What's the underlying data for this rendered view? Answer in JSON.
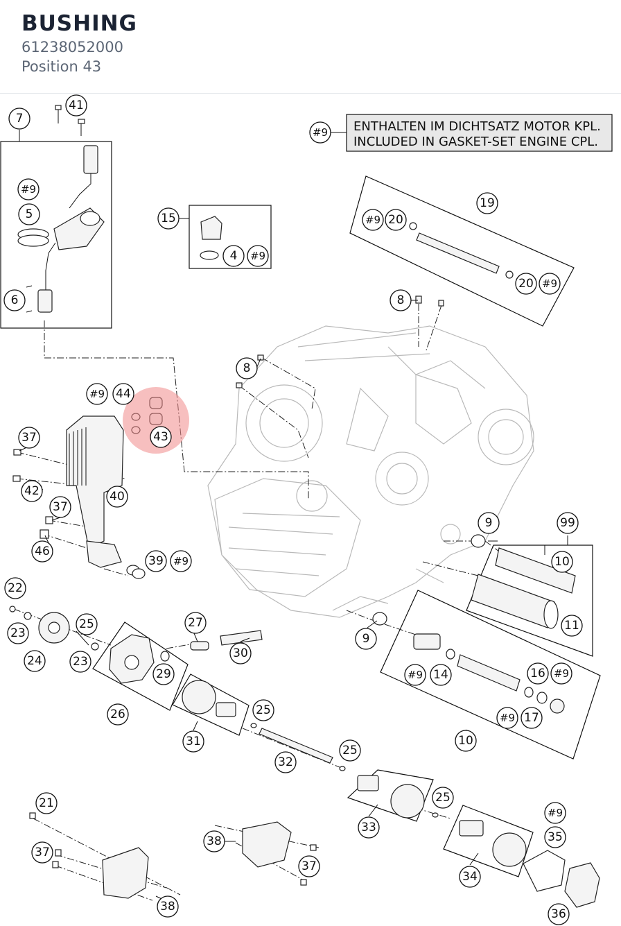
{
  "header": {
    "title": "BUSHING",
    "part_number": "61238052000",
    "position": "Position 43"
  },
  "diagram": {
    "highlight_color": "#f08a8a",
    "note": {
      "ref": "#9",
      "line1": "ENTHALTEN IM DICHTSATZ MOTOR KPL.",
      "line2": "INCLUDED IN GASKET-SET ENGINE CPL."
    },
    "callouts": {
      "c41": "41",
      "c7": "7",
      "c9a": "#9",
      "c5": "5",
      "c6": "6",
      "c15": "15",
      "c4": "4",
      "c9b": "#9",
      "c19": "19",
      "c9c": "#9",
      "c20a": "20",
      "c20b": "20",
      "c9d": "#9",
      "c8a": "8",
      "c8b": "8",
      "c9e": "#9",
      "c44": "44",
      "c43": "43",
      "c37a": "37",
      "c42": "42",
      "c40": "40",
      "c37b": "37",
      "c46": "46",
      "c39": "39",
      "c9f": "#9",
      "c9g": "9",
      "c99": "99",
      "c10a": "10",
      "c11": "11",
      "c22": "22",
      "c23a": "23",
      "c24": "24",
      "c25a": "25",
      "c23b": "23",
      "c27": "27",
      "c30": "30",
      "c29": "29",
      "c26": "26",
      "c9h": "9",
      "c9i": "#9",
      "c14": "14",
      "c16": "16",
      "c9j": "#9",
      "c9k": "#9",
      "c17": "17",
      "c10b": "10",
      "c25b": "25",
      "c31": "31",
      "c32": "32",
      "c25c": "25",
      "c33": "33",
      "c25d": "25",
      "c9l": "#9",
      "c35": "35",
      "c34": "34",
      "c36": "36",
      "c21": "21",
      "c37c": "37",
      "c38a": "38",
      "c38b": "38",
      "c37d": "37"
    }
  }
}
